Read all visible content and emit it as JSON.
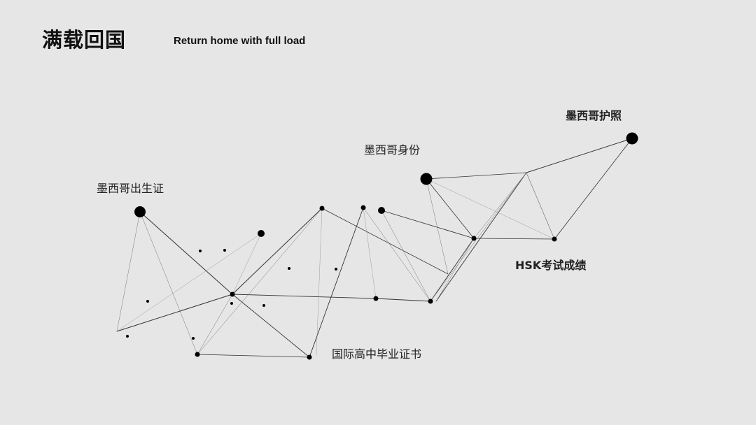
{
  "header": {
    "title": "满载回国",
    "subtitle": "Return home with full load"
  },
  "labels": {
    "birth_certificate": "墨西哥出生证",
    "mexican_id": "墨西哥身份",
    "mexican_passport": "墨西哥护照",
    "hsk_scores": "HSK考试成绩",
    "high_school_diploma": "国际高中毕业证书"
  },
  "colors": {
    "background": "#e6e6e6",
    "node": "#000000",
    "line": "#333333",
    "text": "#111111"
  }
}
